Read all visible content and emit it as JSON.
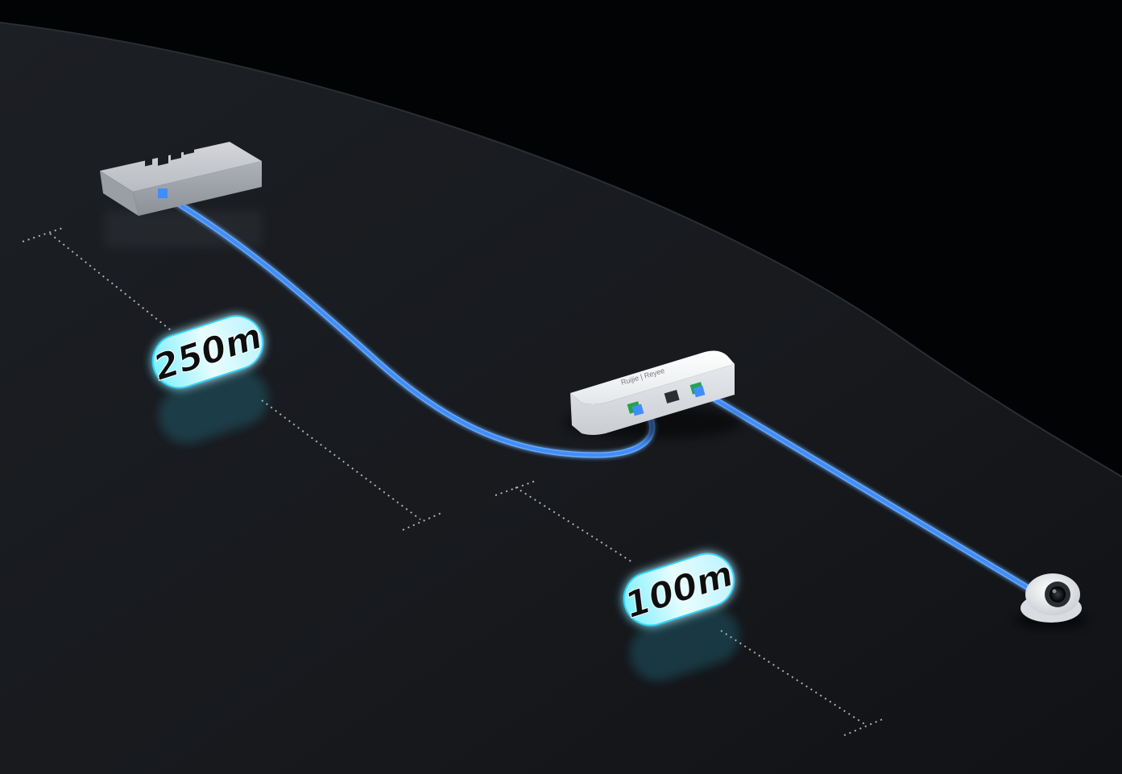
{
  "distance_labels": {
    "first_segment": "250m",
    "second_segment": "100m"
  },
  "devices": {
    "switch": "poe-switch",
    "extender": "poe-extender",
    "camera": "dome-camera"
  },
  "extender_brand": "Ruijie | Reyee",
  "colors": {
    "background": "#020304",
    "floor": "#1a1d22",
    "cable": "#3f8dff",
    "cable_glow": "#6fb2ff",
    "pill_fill": "#c8f6ff",
    "pill_edge": "#2fd5ff",
    "dotted_line": "#c9cdd3",
    "device_white": "#eef0f2",
    "switch_grey": "#c8cbd0"
  }
}
